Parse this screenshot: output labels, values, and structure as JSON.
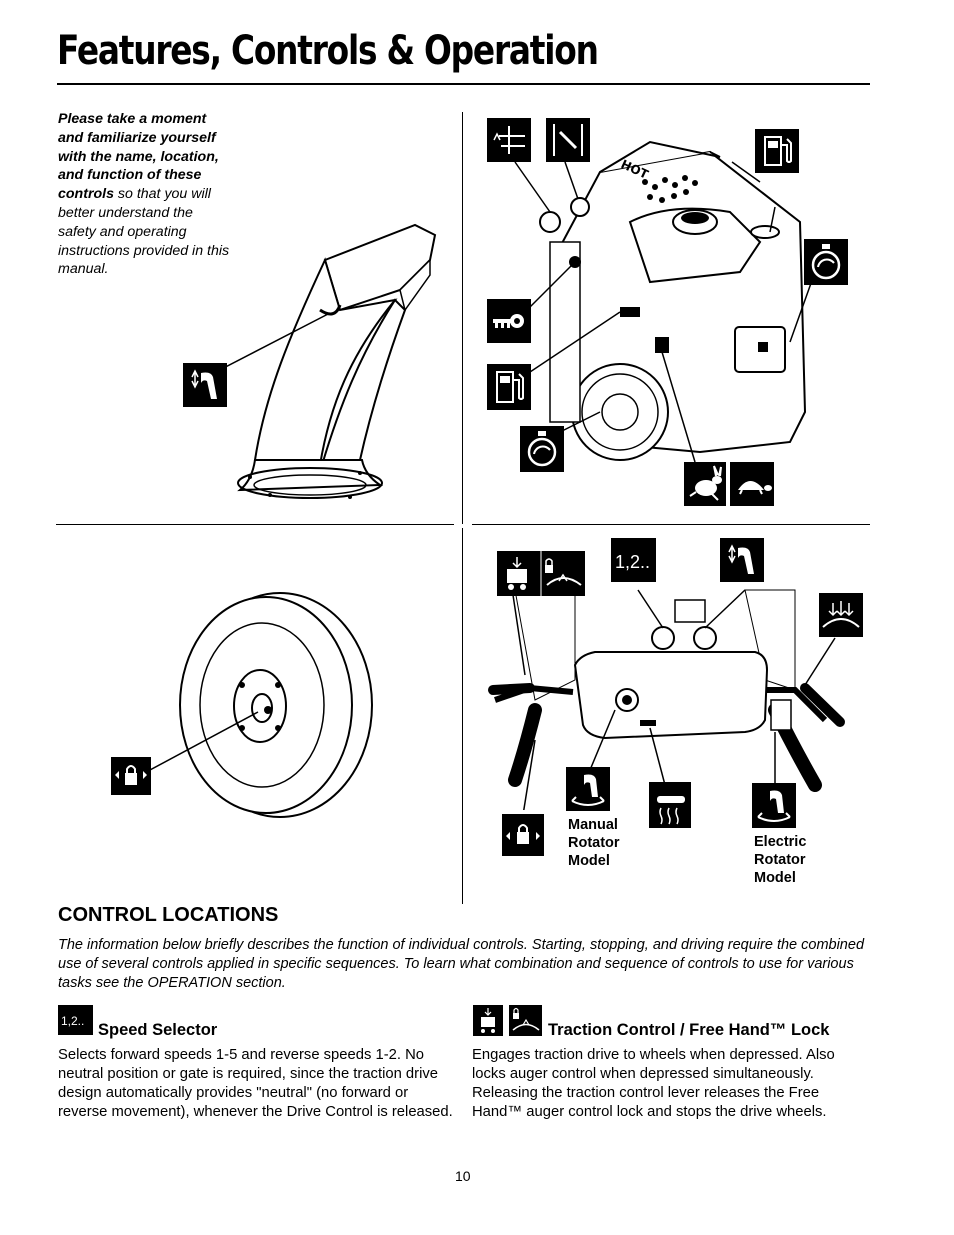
{
  "page": {
    "title": "Features, Controls & Operation",
    "number": "10"
  },
  "intro": {
    "bold_text": "Please take a moment and familiarize yourself with the name, location, and function of these controls",
    "rest_text": " so that you will better understand the safety and operating instructions provided in this manual."
  },
  "figures": {
    "speed_icon_text": "1,2..",
    "manual_rotator_label": "Manual Rotator Model",
    "electric_rotator_label": "Electric Rotator Model"
  },
  "control_locations": {
    "heading": "CONTROL LOCATIONS",
    "description": "The information below briefly describes the function of individual controls.  Starting, stopping, and driving require the combined use of several controls applied in specific sequences. To learn what combination and sequence of controls to use for various tasks see the OPERATION section."
  },
  "controls": [
    {
      "icon_text": "1,2..",
      "title": "Speed Selector",
      "body": "Selects forward speeds 1-5 and reverse speeds 1-2.  No neutral position or gate is required, since the traction drive design automatically provides \"neutral\" (no forward or reverse movement), whenever the Drive Control is released."
    },
    {
      "title": "Traction Control / Free Hand™ Lock",
      "body": "Engages traction drive to wheels when depressed.  Also locks auger control when depressed simultaneously. Releasing the traction control lever releases the Free Hand™ auger control lock and stops the drive wheels."
    }
  ],
  "icons": [
    "chute-deflector-icon",
    "choke-icon",
    "primer-icon",
    "fuel-icon",
    "ignition-key-icon",
    "fuel-shutoff-icon",
    "engine-stop-icon",
    "engine-start-icon",
    "fast-rabbit-icon",
    "slow-turtle-icon",
    "wheel-lock-icon",
    "traction-drive-icon",
    "auger-lock-icon",
    "speed-selector-icon",
    "chute-tilt-icon",
    "auger-control-icon",
    "chute-rotator-icon",
    "heated-grip-icon"
  ]
}
